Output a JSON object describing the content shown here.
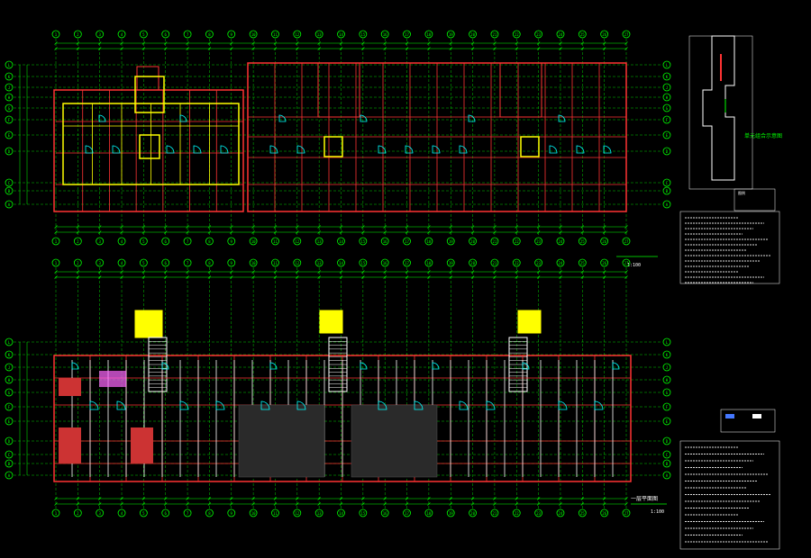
{
  "colors": {
    "background": "#000000",
    "axis_grid": "#00ff00",
    "walls": "#ff3333",
    "partitions": "#ffff00",
    "doors": "#00ffff",
    "furniture": "#ffffff",
    "annotation": "#ffffff",
    "hatch": "#ff66ff",
    "stair_highlight": "#ffff00",
    "callout_text": "#00ff00"
  },
  "plan_upper": {
    "title": "",
    "scale_label": "1:100"
  },
  "plan_lower": {
    "title": "一层平面图",
    "scale_label": "1:100"
  },
  "key_plan": {
    "title": "单元组合示意图"
  },
  "legend_upper": {
    "title": "图例",
    "items": [
      "",
      "",
      "",
      ""
    ]
  },
  "legend_lower": {
    "title": "",
    "items": [
      "",
      "",
      "",
      ""
    ]
  },
  "notes_upper": {
    "lines": [
      "",
      "",
      "",
      "",
      "",
      "",
      "",
      "",
      "",
      "",
      "",
      "",
      ""
    ]
  },
  "notes_lower": {
    "lines": [
      "",
      "",
      "",
      "",
      "",
      "",
      "",
      "",
      "",
      "",
      "",
      "",
      "",
      "",
      ""
    ]
  },
  "grid_labels_top": [
    "1",
    "2",
    "3",
    "4",
    "5",
    "6",
    "7",
    "8",
    "9",
    "10",
    "11",
    "12",
    "13",
    "14",
    "15",
    "16",
    "17",
    "18",
    "19",
    "20",
    "21",
    "22",
    "23",
    "24",
    "25",
    "26",
    "27"
  ],
  "grid_labels_side": [
    "L",
    "K",
    "J",
    "H",
    "G",
    "F",
    "E",
    "D",
    "C",
    "B",
    "A"
  ]
}
